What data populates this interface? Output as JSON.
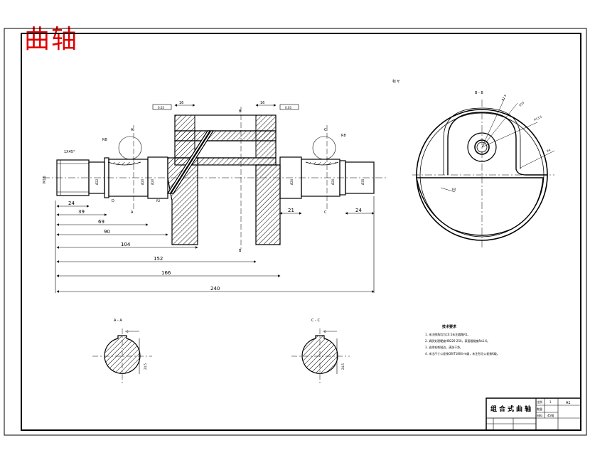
{
  "title": "曲轴",
  "title_color": "#e00000",
  "main_view": {
    "dims_horizontal": [
      "24",
      "39",
      "69",
      "90",
      "104",
      "152",
      "166",
      "240"
    ],
    "dims_right": [
      "21",
      "24"
    ],
    "small_dims": [
      "D"
    ],
    "dims_top": [
      "16",
      "16"
    ],
    "tolerance_boxes": [
      "0.03",
      "0.03"
    ],
    "chamfer": "1X45°",
    "thread": "M16",
    "radius_callouts": [
      "R8",
      "R8",
      "R2"
    ],
    "section_letters": [
      "A",
      "A",
      "B",
      "B",
      "C",
      "C"
    ],
    "diameters_left": [
      "Ø22",
      "Ø20",
      "Ø20"
    ],
    "diameters_right": [
      "Ø20",
      "Ø20",
      "Ø35"
    ]
  },
  "side_view": {
    "label": "B - B",
    "marks": [
      "R7.5",
      "R23",
      "R13.5",
      "R4",
      "R4"
    ],
    "hint": "标 ∀"
  },
  "section_a": {
    "label": "A - A",
    "keyway": "6",
    "depth": "24.5"
  },
  "section_c": {
    "label": "C - C",
    "keyway": "6",
    "depth": "24.5"
  },
  "notes": {
    "title": "技术要求",
    "items": [
      "1. 未注倒角均为C0.5未注圆角R1。",
      "2. 调质处理硬度HB220-250，表面粗糙度Ra1.6。",
      "3. 去除毛刺锐边，清洗干净。",
      "4. 未注尺寸公差按GB/T1804-m级，未注形位公差按K级。"
    ]
  },
  "title_block": {
    "part_name": "组合式曲轴",
    "scale_value": "1",
    "sheet": "A1",
    "material": "45钢",
    "rows": [
      "比例",
      "数量",
      "材料"
    ]
  }
}
